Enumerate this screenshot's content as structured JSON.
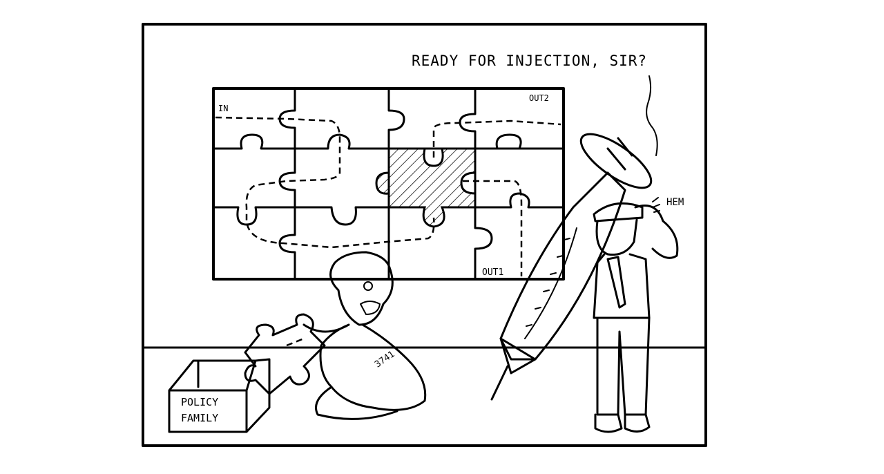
{
  "comic": {
    "speech": "READY FOR INJECTION, SIR?",
    "sound_effect": "HEM",
    "puzzle_labels": {
      "in": "IN",
      "out1": "OUT1",
      "out2": "OUT2"
    },
    "box_label_line1": "POLICY",
    "box_label_line2": "FAMILY",
    "prisoner_number": "3741"
  },
  "colors": {
    "ink": "#000000",
    "paper": "#ffffff"
  }
}
